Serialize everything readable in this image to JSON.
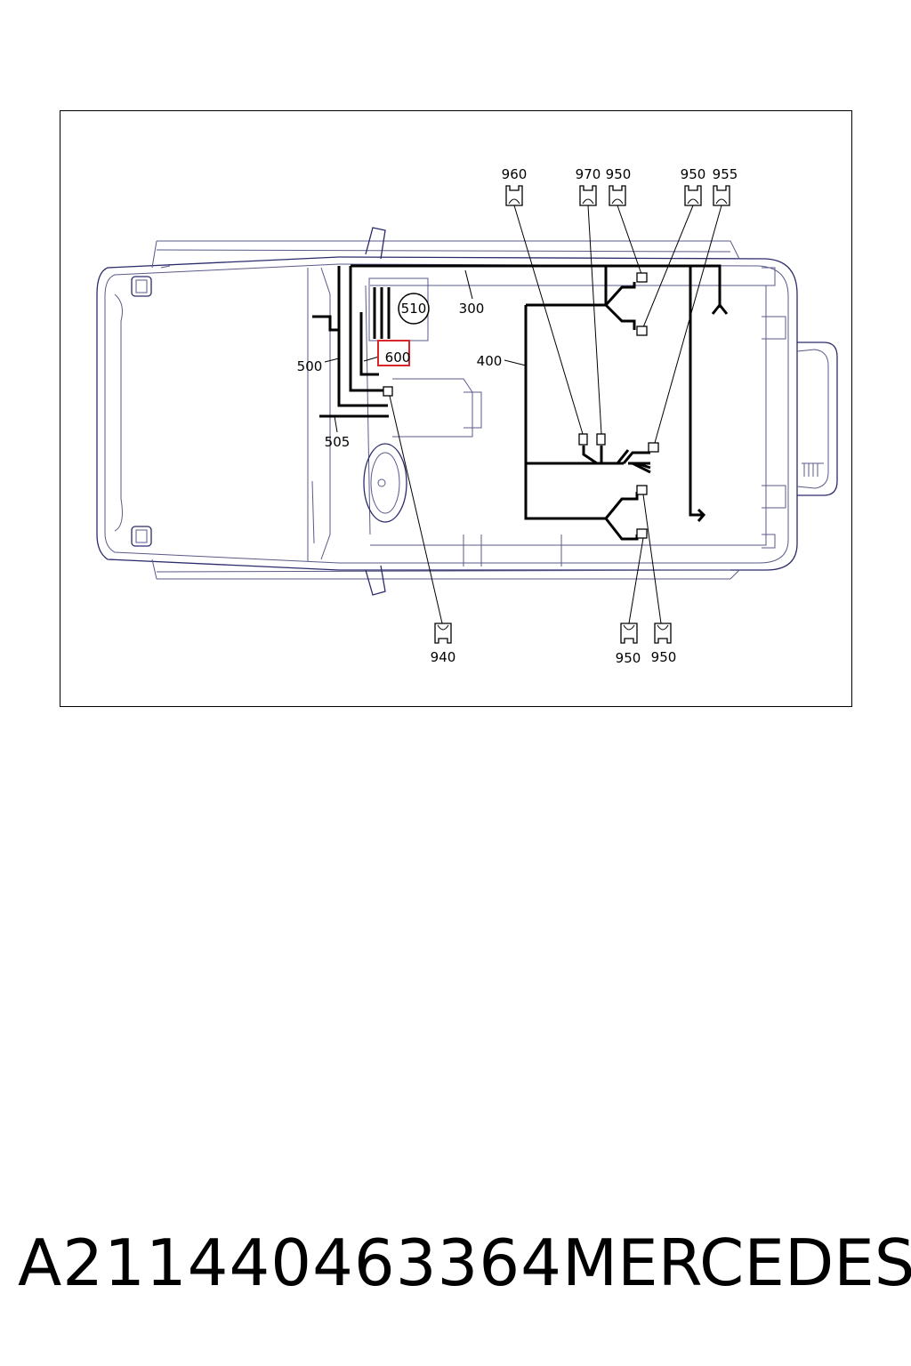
{
  "diagram": {
    "part_labels": {
      "p960": "960",
      "p970": "970",
      "p950_top_a": "950",
      "p950_top_b": "950",
      "p955": "955",
      "p510": "510",
      "p300": "300",
      "p400": "400",
      "p500": "500",
      "p600": "600",
      "p505": "505",
      "p940": "940",
      "p950_bot_a": "950",
      "p950_bot_b": "950"
    },
    "highlight_color": "#d9262c",
    "highlighted_label_color": "#6a4a8a"
  },
  "caption": {
    "part_number": "A211440463364",
    "brand": "MERCEDES"
  }
}
